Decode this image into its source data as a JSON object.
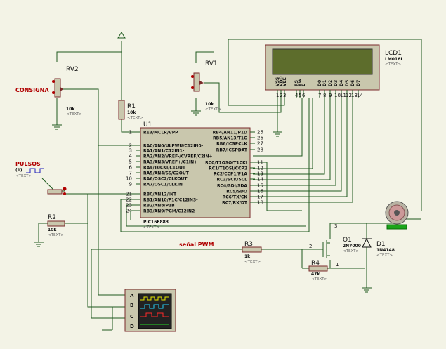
{
  "colors": {
    "background": "#f3f3e6",
    "wire": "#1f5a1f",
    "component": "#7a2a2a",
    "label_red": "#b00000",
    "lcd_screen": "#5d6d2c",
    "motor_base": "#1aa51a"
  },
  "lcd": {
    "name": "LCD1",
    "model": "LM016L",
    "text": "<TEXT>",
    "pin_labels": [
      "VSS",
      "VDD",
      "VEE",
      "RS",
      "RW",
      "E",
      "D0",
      "D1",
      "D2",
      "D3",
      "D4",
      "D5",
      "D6",
      "D7"
    ],
    "pin_numbers": [
      "1",
      "2",
      "3",
      "4",
      "5",
      "6",
      "7",
      "8",
      "9",
      "10",
      "11",
      "12",
      "13",
      "14"
    ]
  },
  "rv1": {
    "name": "RV1",
    "value": "10k",
    "text": "<TEXT>"
  },
  "rv2": {
    "name": "RV2",
    "value": "10k",
    "text": "<TEXT>"
  },
  "consigna": "CONSIGNA",
  "r1": {
    "name": "R1",
    "value": "10k",
    "text": "<TEXT>"
  },
  "r2": {
    "name": "R2",
    "value": "10k",
    "text": "<TEXT>"
  },
  "r3": {
    "name": "R3",
    "value": "1k",
    "text": "<TEXT>"
  },
  "r4": {
    "name": "R4",
    "value": "47k",
    "text": "<TEXT>"
  },
  "pulsos": {
    "label": "PULSOS",
    "index": "(1)",
    "text": "<TEXT>"
  },
  "senal_pwm": "señal PWM",
  "q1": {
    "name": "Q1",
    "model": "2N7000",
    "text": "<TEXT>",
    "pin_gate": "2",
    "pin_drain": "3",
    "pin_source": "1"
  },
  "d1": {
    "name": "D1",
    "model": "1N4148",
    "text": "<TEXT>"
  },
  "u1": {
    "name": "U1",
    "model": "PIC16F883",
    "text": "<TEXT>",
    "left_pins": [
      {
        "num": "1",
        "label": "RE3/MCLR/VPP"
      },
      {
        "num": "2",
        "label": "RA0/AN0/ULPWU/C12IN0-"
      },
      {
        "num": "3",
        "label": "RA1/AN1/C12IN1-"
      },
      {
        "num": "4",
        "label": "RA2/AN2/VREF-/CVREF/C2IN+"
      },
      {
        "num": "5",
        "label": "RA3/AN3/VREF+/C1IN+"
      },
      {
        "num": "6",
        "label": "RA4/T0CKI/C1OUT"
      },
      {
        "num": "7",
        "label": "RA5/AN4/SS/C2OUT"
      },
      {
        "num": "10",
        "label": "RA6/OSC2/CLKOUT"
      },
      {
        "num": "9",
        "label": "RA7/OSC1/CLKIN"
      },
      {
        "num": "21",
        "label": "RB0/AN12/INT"
      },
      {
        "num": "22",
        "label": "RB1/AN10/P1C/C12IN3-"
      },
      {
        "num": "23",
        "label": "RB2/AN8/P1B"
      },
      {
        "num": "24",
        "label": "RB3/AN9/PGM/C12IN2-"
      }
    ],
    "right_pins": [
      {
        "num": "25",
        "label": "RB4/AN11/P1D"
      },
      {
        "num": "26",
        "label": "RB5/AN13/T1G"
      },
      {
        "num": "27",
        "label": "RB6/ICSPCLK"
      },
      {
        "num": "28",
        "label": "RB7/ICSPDAT"
      },
      {
        "num": "11",
        "label": "RC0/T1OSO/T1CKI"
      },
      {
        "num": "12",
        "label": "RC1/T1OSI/CCP2"
      },
      {
        "num": "13",
        "label": "RC2/CCP1/P1A"
      },
      {
        "num": "14",
        "label": "RC3/SCK/SCL"
      },
      {
        "num": "15",
        "label": "RC4/SDI/SDA"
      },
      {
        "num": "16",
        "label": "RC5/SDO"
      },
      {
        "num": "17",
        "label": "RC6/TX/CK"
      },
      {
        "num": "18",
        "label": "RC7/RX/DT"
      }
    ]
  },
  "scope": {
    "channels": [
      "A",
      "B",
      "C",
      "D"
    ],
    "trace_colors": [
      "#e8e800",
      "#25d4ff",
      "#ff2a2a",
      "#25d825"
    ]
  }
}
